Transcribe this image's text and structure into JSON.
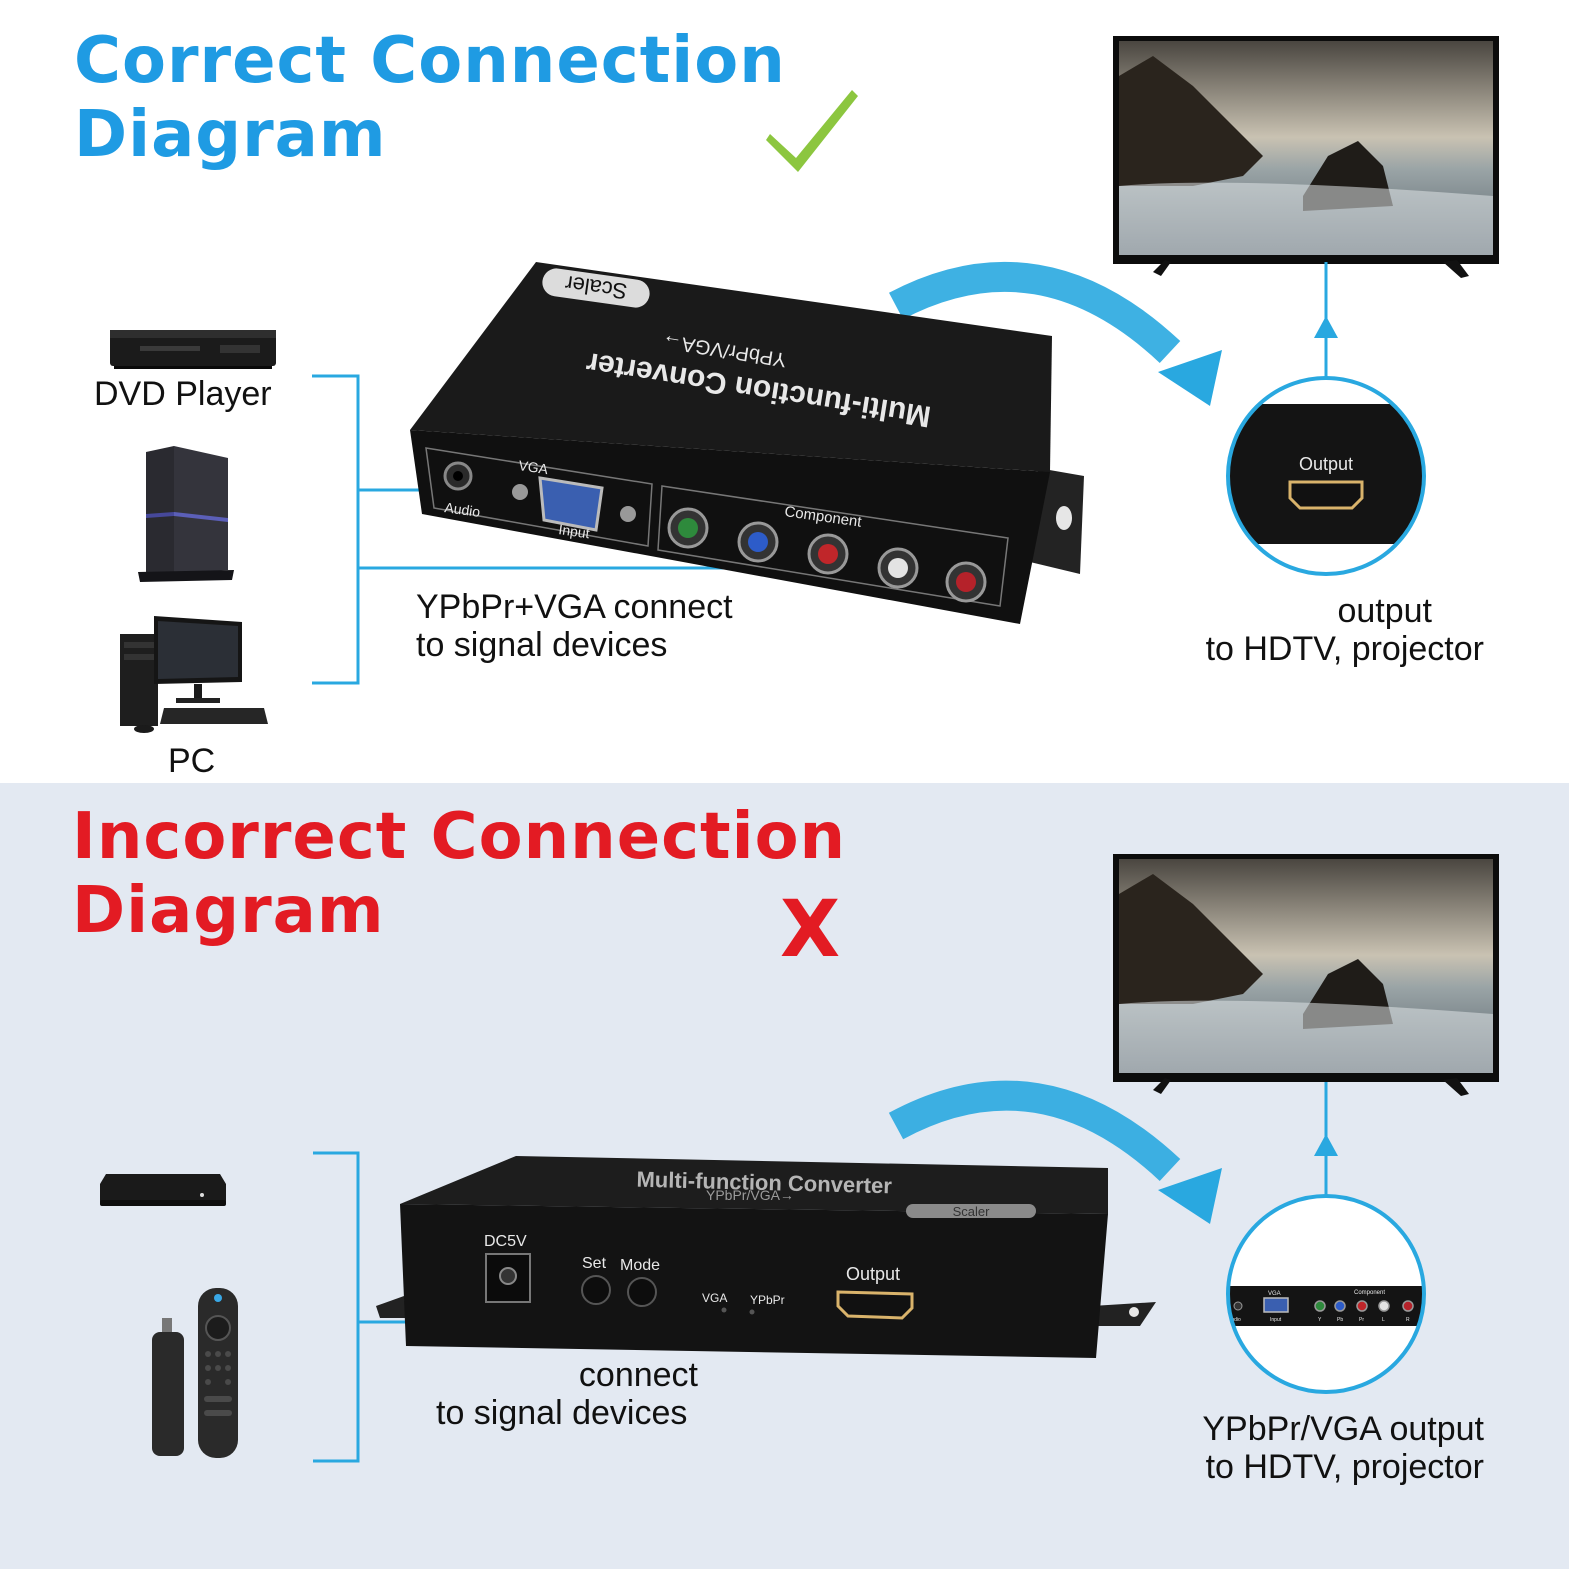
{
  "colors": {
    "correct_title": "#1f9be3",
    "incorrect_title": "#e31b23",
    "connector_line": "#29a8e0",
    "check_mark": "#8cc63f",
    "device_body": "#1c1c1c",
    "bottom_background": "#e3e9f2"
  },
  "correct": {
    "title_line1": "Correct Connection",
    "title_line2": "Diagram",
    "status_icon": "check-icon",
    "sources": [
      "DVD Player",
      "",
      "PC"
    ],
    "converter": {
      "brand_badge": "Scaler",
      "name": "Multi-function Converter",
      "subtitle": "YPbPr/VGA→",
      "port_labels": {
        "vga": "VGA",
        "audio": "Audio",
        "input": "Input",
        "component": "Component"
      }
    },
    "input_note_line1": "YPbPr+VGA connect",
    "input_note_line2": "to signal devices",
    "zoom_label": "Output",
    "output_note_line1": "output",
    "output_note_line2": "to HDTV, projector"
  },
  "incorrect": {
    "title_line1": "Incorrect Connection",
    "title_line2": "Diagram",
    "status_icon": "x-icon",
    "status_mark": "X",
    "converter": {
      "name": "Multi-function Converter",
      "subtitle": "YPbPr/VGA→",
      "brand_badge": "Scaler",
      "power_label": "DC5V",
      "set_label": "Set",
      "mode_label": "Mode",
      "vga_led_label": "VGA",
      "ypbpr_led_label": "YPbPr",
      "output_label": "Output"
    },
    "input_note_line1": "connect",
    "input_note_line2": "to signal devices",
    "zoom_panel": {
      "vga": "VGA",
      "component": "Component",
      "audio": "Audio",
      "input": "Input",
      "ports": [
        "Y",
        "Pb",
        "Pr",
        "L",
        "R"
      ]
    },
    "output_note_line1": "YPbPr/VGA output",
    "output_note_line2": "to HDTV, projector"
  }
}
